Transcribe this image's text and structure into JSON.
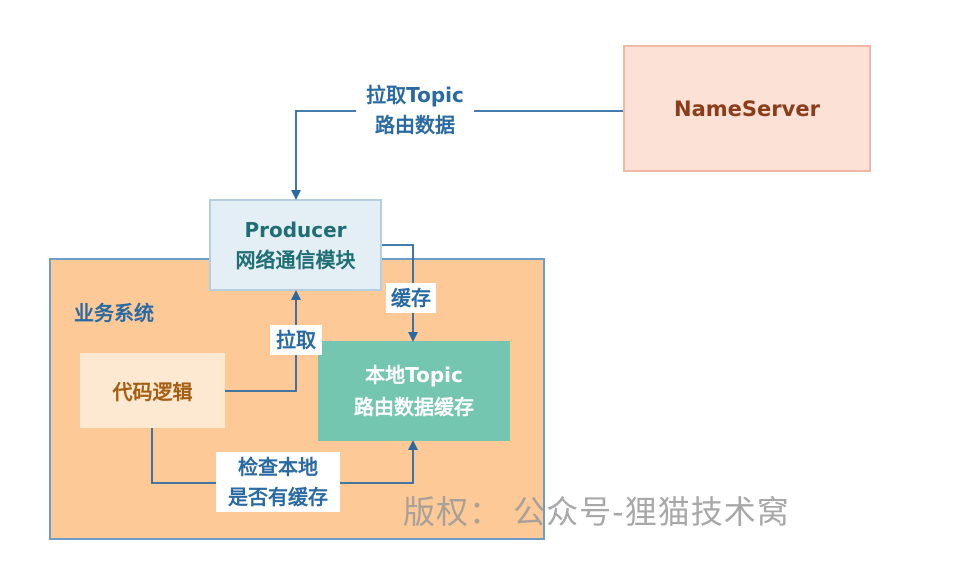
{
  "nodes": {
    "nameserver": "NameServer",
    "producer": {
      "title": "Producer",
      "subtitle": "网络通信模块"
    },
    "business_system": "业务系统",
    "code_logic": "代码逻辑",
    "local_cache": {
      "line1": "本地Topic",
      "line2": "路由数据缓存"
    }
  },
  "edges": {
    "fetch_route": {
      "line1": "拉取Topic",
      "line2": "路由数据"
    },
    "cache": "缓存",
    "fetch": "拉取",
    "check": {
      "line1": "检查本地",
      "line2": "是否有缓存"
    }
  },
  "watermark": "版权： 公众号-狸猫技术窝",
  "colors": {
    "edge": "#2a6aa3",
    "business_fill": "#fcc997",
    "nameserver_fill": "#fbe1d6",
    "producer_fill": "#e4eef5",
    "code_logic_fill": "#fde9d1",
    "local_cache_fill": "#74c6b0"
  }
}
